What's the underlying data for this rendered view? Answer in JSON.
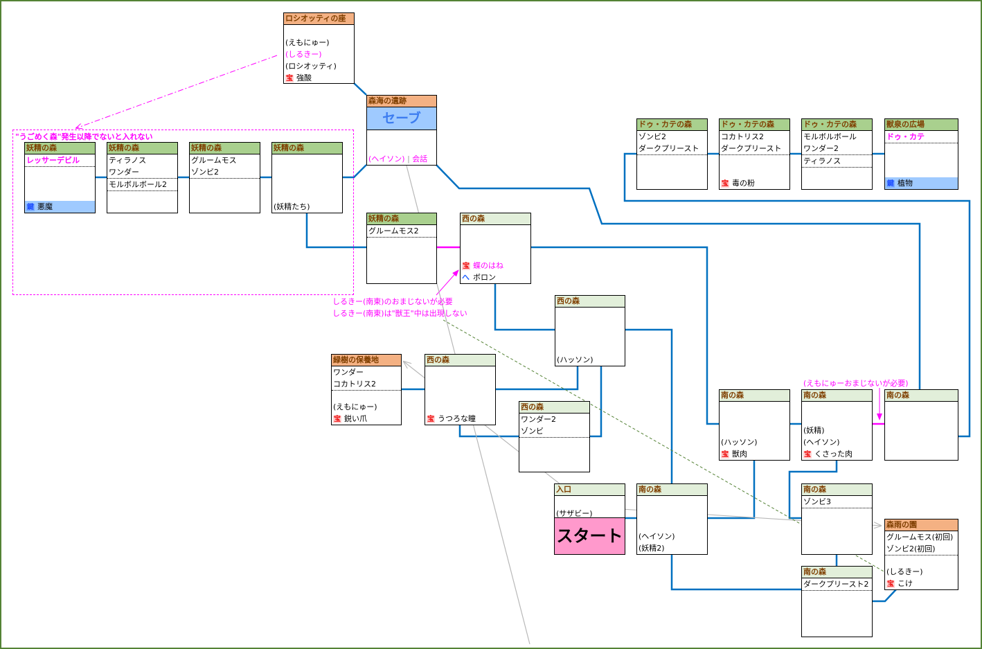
{
  "title_zone_note": "\"うごめく森\"発生以降でないと入れない",
  "icons": {
    "treasure": "宝",
    "key": "鍵",
    "path": "へ"
  },
  "colors": {
    "frame": "#548235",
    "connector": "#0070c0",
    "locked_connector": "#ff00ff",
    "note": "#ff00ff",
    "header_green": "#a9d08e",
    "header_light": "#e2efda",
    "header_orange": "#f4b183",
    "save": "#9fcaff",
    "start": "#ff99cc"
  },
  "rooms": {
    "roshi": {
      "title": "ロシオッティの座",
      "rows": [
        "",
        "(えもにゅー)",
        "(しるきー)",
        "(ロシオッティ)"
      ],
      "treasure": "強酸"
    },
    "ruins": {
      "title": "森海の遺跡",
      "save": "セーブ",
      "event_name": "(ヘイソン)",
      "event_action": "会話"
    },
    "yousei1": {
      "title": "妖精の森",
      "rows": [
        "レッサーデビル"
      ],
      "key": "悪魔"
    },
    "yousei2": {
      "title": "妖精の森",
      "rows": [
        "ティラノス",
        "ワンダー",
        "モルボルボール2"
      ]
    },
    "yousei3": {
      "title": "妖精の森",
      "rows": [
        "グルームモス",
        "ゾンビ2"
      ]
    },
    "yousei4": {
      "title": "妖精の森",
      "bottom": "(妖精たち)"
    },
    "yousei5": {
      "title": "妖精の森",
      "rows": [
        "グルームモス2"
      ]
    },
    "nishi1": {
      "title": "西の森",
      "treasure": "蝶のはね",
      "path": "ボロン"
    },
    "nishi2": {
      "title": "西の森",
      "bottom": "(ハッソン)"
    },
    "nishi3": {
      "title": "西の森",
      "treasure": "うつろな瞳"
    },
    "nishi4": {
      "title": "西の森",
      "rows": [
        "ワンダー2",
        "ゾンビ"
      ]
    },
    "ryokuju": {
      "title": "緑樹の保養地",
      "rows": [
        "ワンダー",
        "コカトリス2"
      ],
      "bottom": "(えもにゅー)",
      "treasure": "鋭い爪"
    },
    "dokate1": {
      "title": "ドゥ・カテの森",
      "rows": [
        "ゾンビ2",
        "ダークプリースト"
      ]
    },
    "dokate2": {
      "title": "ドゥ・カテの森",
      "rows": [
        "コカトリス2",
        "ダークプリースト"
      ],
      "treasure": "毒の粉"
    },
    "dokate3": {
      "title": "ドゥ・カテの森",
      "rows": [
        "モルボルボール",
        "ワンダー2",
        "ティラノス"
      ]
    },
    "jusen": {
      "title": "獣泉の広場",
      "rows": [
        "ドゥ・カテ"
      ],
      "key": "植物"
    },
    "iriguchi": {
      "title": "入口",
      "bottom": "(サザビー)",
      "start": "スタート"
    },
    "minami1": {
      "title": "南の森",
      "bottom": [
        "(ヘイソン)",
        "(妖精2)"
      ]
    },
    "minami2": {
      "title": "南の森",
      "bottom": "(ハッソン)",
      "treasure": "獣肉"
    },
    "minami3": {
      "title": "南の森",
      "bottom": [
        "(妖精)",
        "(ヘイソン)"
      ],
      "treasure": "くさった肉"
    },
    "minami4": {
      "title": "南の森"
    },
    "minami5": {
      "title": "南の森",
      "rows": [
        "ゾンビ3"
      ]
    },
    "minami6": {
      "title": "南の森",
      "rows": [
        "ダークプリースト2"
      ]
    },
    "shinrain": {
      "title": "森雨の園",
      "rows": [
        "グルームモス(初回)",
        "ゾンビ2(初回)"
      ],
      "bottom": "(しるきー)",
      "treasure": "こけ"
    }
  },
  "notes": {
    "silky1": "しるきー(南東)のおまじないが必要",
    "silky2": "しるきー(南東)は\"獣王\"中は出現しない",
    "emonyu": "(えもにゅーおまじないが必要)"
  }
}
